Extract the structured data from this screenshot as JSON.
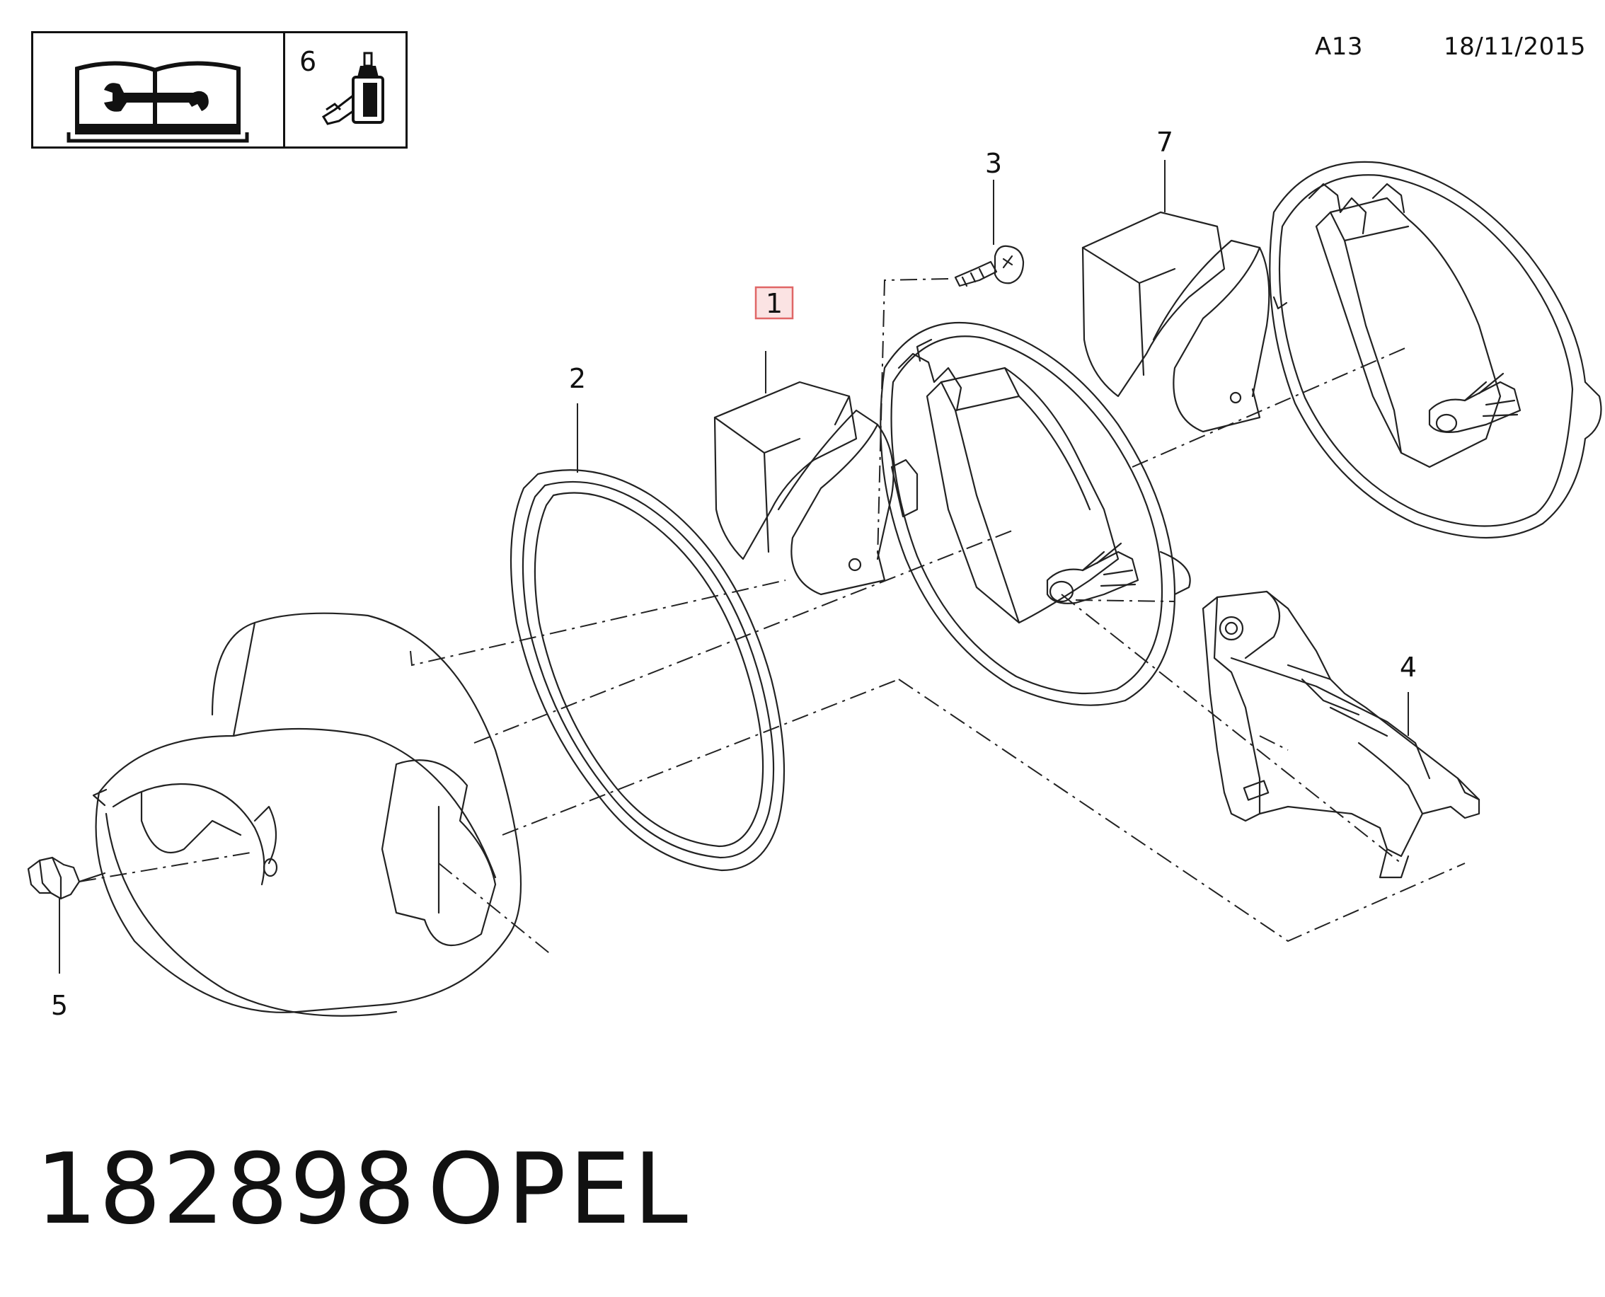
{
  "header": {
    "page_code": "A13",
    "date": "18/11/2015"
  },
  "legend": {
    "icons": [
      "manual-wrench-icon",
      "lubricant-oil-bottle-icon"
    ],
    "lubricant_ref": "6"
  },
  "callouts": {
    "part_1": "1",
    "part_2": "2",
    "part_3": "3",
    "part_4": "4",
    "part_5": "5",
    "part_7": "7"
  },
  "highlight_color": "#e06666",
  "footer": {
    "number": "182898",
    "brand": "OPEL"
  }
}
